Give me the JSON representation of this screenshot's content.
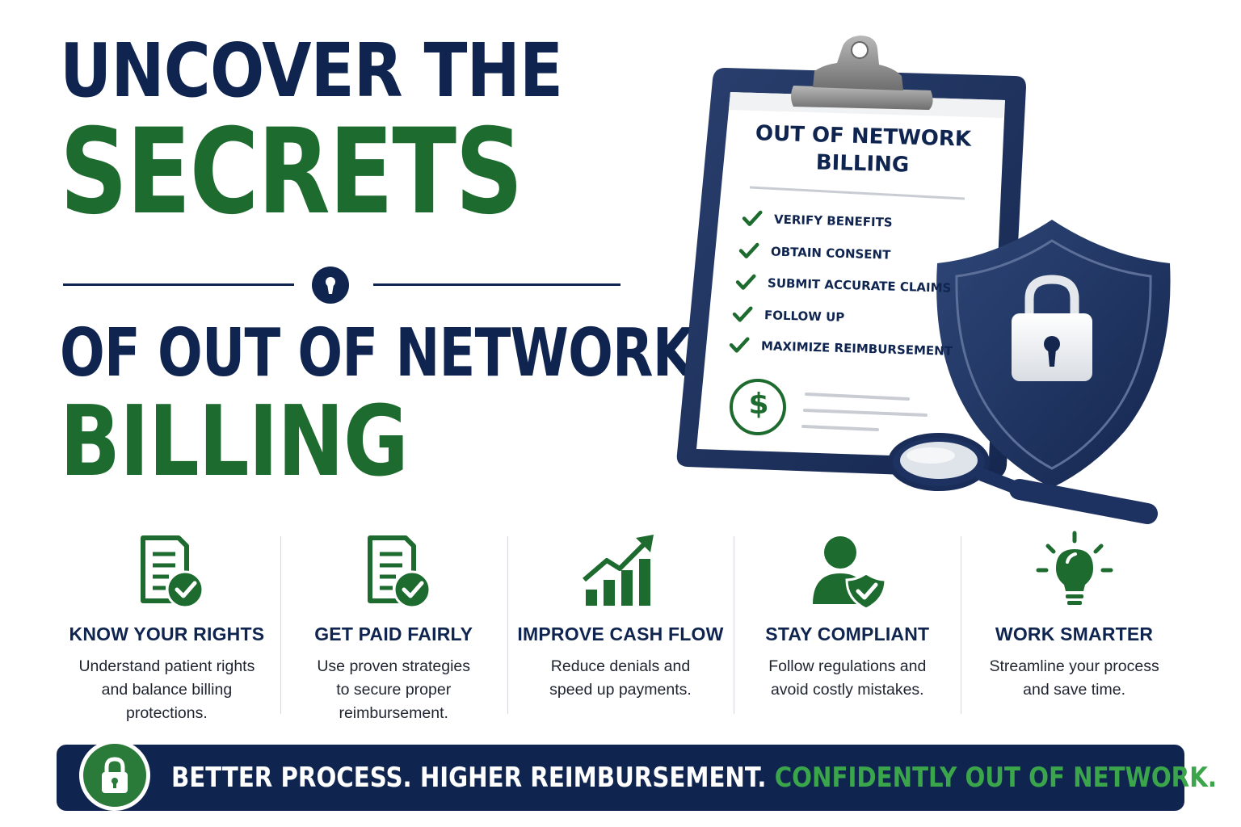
{
  "headline": {
    "line1": "UNCOVER THE",
    "line2": "SECRETS",
    "line3": "OF OUT OF NETWORK",
    "line4": "BILLING"
  },
  "clipboard": {
    "title_line1": "OUT OF NETWORK",
    "title_line2": "BILLING",
    "checklist": [
      "VERIFY BENEFITS",
      "OBTAIN CONSENT",
      "SUBMIT ACCURATE CLAIMS",
      "FOLLOW UP",
      "MAXIMIZE REIMBURSEMENT"
    ],
    "currency_symbol": "$"
  },
  "features": [
    {
      "icon": "document-check-icon",
      "title": "KNOW YOUR RIGHTS",
      "desc": [
        "Understand patient rights",
        "and balance billing",
        "protections."
      ]
    },
    {
      "icon": "document-check-icon",
      "title": "GET PAID FAIRLY",
      "desc": [
        "Use proven strategies",
        "to secure proper",
        "reimbursement."
      ]
    },
    {
      "icon": "growth-chart-icon",
      "title": "IMPROVE CASH FLOW",
      "desc": [
        "Reduce denials and",
        "speed up payments.",
        ""
      ]
    },
    {
      "icon": "user-shield-icon",
      "title": "STAY COMPLIANT",
      "desc": [
        "Follow regulations and",
        "avoid costly mistakes.",
        ""
      ]
    },
    {
      "icon": "lightbulb-icon",
      "title": "WORK SMARTER",
      "desc": [
        "Streamline your process",
        "and save time.",
        ""
      ]
    }
  ],
  "banner": {
    "white_text": "BETTER PROCESS. HIGHER REIMBURSEMENT.",
    "green_text": "CONFIDENTLY OUT OF NETWORK."
  },
  "colors": {
    "navy": "#0f2550",
    "green": "#1e6b2f",
    "bright_green": "#3aa54a"
  }
}
